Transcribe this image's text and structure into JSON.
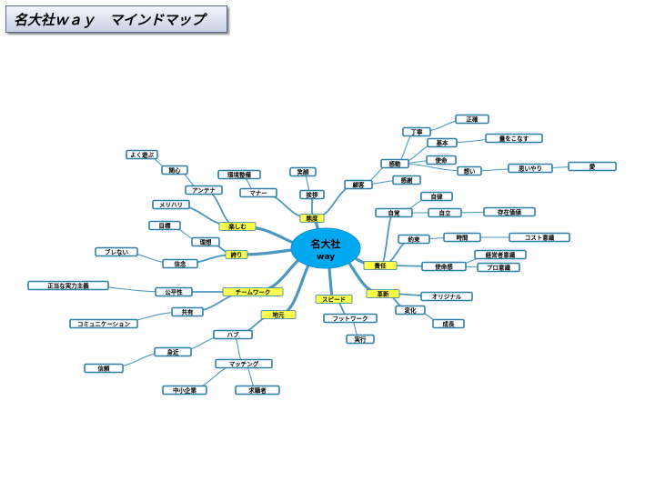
{
  "title": "名大社ｗａｙ　マインドマップ",
  "center": {
    "line1": "名大社",
    "line2": "way"
  },
  "colors": {
    "line": "#4b97c0",
    "node_border": "#2f7fa8",
    "node_fill": "#ffffff",
    "key_fill": "#ffff4d",
    "hub_fill": "#00a8f0"
  },
  "branches": [
    {
      "id": "taido",
      "label": "態度",
      "key": true,
      "children": [
        {
          "id": "aisatsu",
          "label": "挨拶",
          "children": [
            {
              "id": "egao",
              "label": "笑顔"
            }
          ]
        },
        {
          "id": "manner",
          "label": "マナー",
          "children": [
            {
              "id": "kankyo",
              "label": "環境整備"
            }
          ]
        },
        {
          "id": "kokyaku",
          "label": "顧客",
          "children": [
            {
              "id": "kanshin2",
              "label": "感動",
              "children": [
                {
                  "id": "teinei",
                  "label": "丁寧",
                  "children": [
                    {
                      "id": "seikaku",
                      "label": "正確"
                    }
                  ]
                },
                {
                  "id": "kihon",
                  "label": "基本",
                  "children": [
                    {
                      "id": "konasu",
                      "label": "量をこなす"
                    }
                  ]
                },
                {
                  "id": "shimei",
                  "label": "使命"
                },
                {
                  "id": "omoi",
                  "label": "想い",
                  "children": [
                    {
                      "id": "omoiyari",
                      "label": "思いやり",
                      "children": [
                        {
                          "id": "ai",
                          "label": "愛"
                        }
                      ]
                    }
                  ]
                }
              ]
            },
            {
              "id": "kanshin3",
              "label": "感謝"
            }
          ]
        }
      ]
    },
    {
      "id": "tanoshimu",
      "label": "楽しむ",
      "key": true,
      "children": [
        {
          "id": "antenna",
          "label": "アンテナ",
          "children": [
            {
              "id": "kanshin",
              "label": "関心",
              "children": [
                {
                  "id": "yokuasobu",
                  "label": "よく遊ぶ"
                }
              ]
            }
          ]
        },
        {
          "id": "merihari",
          "label": "メリハリ"
        }
      ]
    },
    {
      "id": "hokori",
      "label": "誇り",
      "key": true,
      "children": [
        {
          "id": "risou",
          "label": "理想",
          "children": [
            {
              "id": "mokuhyo",
              "label": "目標"
            }
          ]
        },
        {
          "id": "shinnen",
          "label": "信念",
          "children": [
            {
              "id": "burenai",
              "label": "ブレない"
            }
          ]
        }
      ]
    },
    {
      "id": "teamwork",
      "label": "チームワーク",
      "key": true,
      "children": [
        {
          "id": "kouhei",
          "label": "公平性",
          "children": [
            {
              "id": "jitsuryoku",
              "label": "正当な実力主義"
            }
          ]
        },
        {
          "id": "kyouyu",
          "label": "共有",
          "children": [
            {
              "id": "communication",
              "label": "コミュニケーション"
            }
          ]
        }
      ]
    },
    {
      "id": "chimoto",
      "label": "地元",
      "key": true,
      "children": [
        {
          "id": "hub2",
          "label": "ハブ",
          "children": [
            {
              "id": "mijika",
              "label": "身近",
              "children": [
                {
                  "id": "shinrai",
                  "label": "信頼"
                }
              ]
            },
            {
              "id": "matching",
              "label": "マッチング",
              "children": [
                {
                  "id": "chusho",
                  "label": "中小企業"
                },
                {
                  "id": "kyushoku",
                  "label": "求職者"
                }
              ]
            }
          ]
        }
      ]
    },
    {
      "id": "speed",
      "label": "スピード",
      "key": true,
      "children": [
        {
          "id": "footwork",
          "label": "フットワーク",
          "children": [
            {
              "id": "jikko",
              "label": "実行"
            }
          ]
        }
      ]
    },
    {
      "id": "kakushin",
      "label": "革新",
      "key": true,
      "children": [
        {
          "id": "original",
          "label": "オリジナル"
        },
        {
          "id": "henka",
          "label": "変化",
          "children": [
            {
              "id": "seicho",
              "label": "成長"
            }
          ]
        }
      ]
    },
    {
      "id": "sekinin",
      "label": "責任",
      "key": true,
      "children": [
        {
          "id": "jikaku",
          "label": "自覚",
          "children": [
            {
              "id": "jiritsu",
              "label": "自律"
            },
            {
              "id": "jiritsu2",
              "label": "自立",
              "children": [
                {
                  "id": "sonzai",
                  "label": "存在価値"
                }
              ]
            }
          ]
        },
        {
          "id": "yakusoku",
          "label": "約束",
          "children": [
            {
              "id": "jikan",
              "label": "時間",
              "children": [
                {
                  "id": "cost",
                  "label": "コスト意識"
                }
              ]
            }
          ]
        },
        {
          "id": "shimeikan",
          "label": "使命感",
          "children": [
            {
              "id": "keieisha",
              "label": "経営者意識"
            },
            {
              "id": "pro",
              "label": "プロ意識"
            }
          ]
        }
      ]
    }
  ]
}
